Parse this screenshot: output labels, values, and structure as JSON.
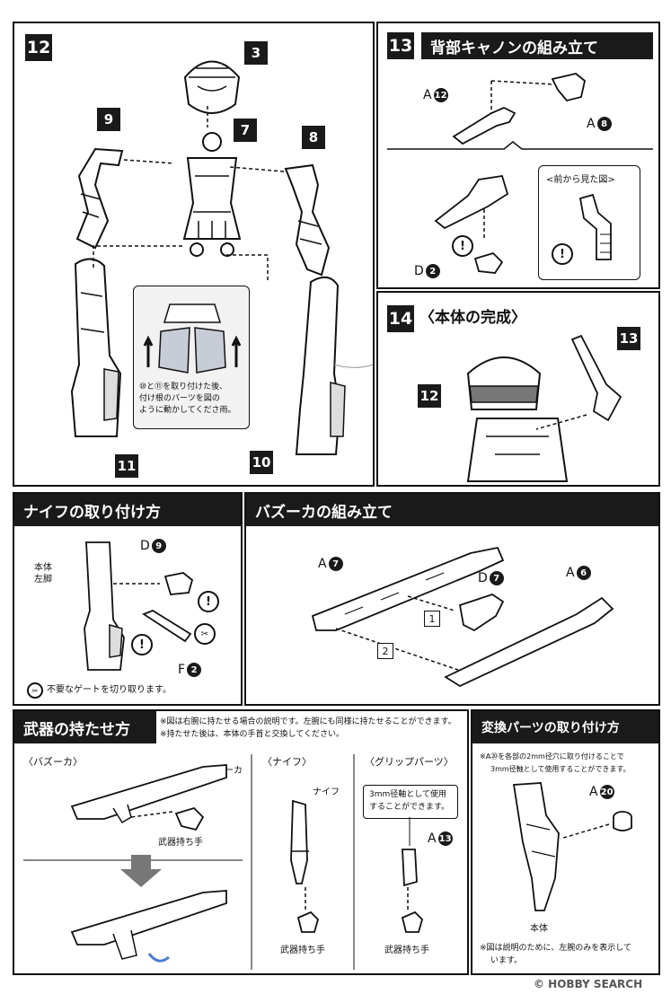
{
  "step12": {
    "number": "12",
    "parts": {
      "head": "3",
      "torso": "7",
      "right_arm": "9",
      "left_arm": "8",
      "right_leg": "11",
      "left_leg": "10"
    },
    "inset_note_lines": [
      "⑩と⑪を取り付けた後、",
      "付け根のパーツを図の",
      "ように動かしてくださ雨。"
    ]
  },
  "step13": {
    "number": "13",
    "title": "背部キャノンの組み立て",
    "ref_a12": {
      "letter": "A",
      "num": "12"
    },
    "ref_a8": {
      "letter": "A",
      "num": "8"
    },
    "ref_d2": {
      "letter": "D",
      "num": "2"
    },
    "front_view_label": "<前から見た図>"
  },
  "step14": {
    "number": "14",
    "title": "〈本体の完成〉",
    "tags": {
      "body": "12",
      "cannon": "13"
    }
  },
  "knife_section": {
    "title": "ナイフの取り付け方",
    "body_label_line1": "本体",
    "body_label_line2": "左脚",
    "ref_d9": {
      "letter": "D",
      "num": "9"
    },
    "ref_f2": {
      "letter": "F",
      "num": "2"
    },
    "gate_note": "不要なゲートを切り取ります。"
  },
  "bazooka_section": {
    "title": "バズーカの組み立て",
    "ref_a7": {
      "letter": "A",
      "num": "7"
    },
    "ref_d7": {
      "letter": "D",
      "num": "7"
    },
    "ref_a6": {
      "letter": "A",
      "num": "6"
    },
    "step1": "1",
    "step2": "2"
  },
  "weapon_hold_section": {
    "title": "武器の持たせ方",
    "note1": "※図は右腕に持たせる場合の説明です。左腕にも同様に持たせることができます。",
    "note2": "※持たせた後は、本体の手首と交換してください。",
    "bazooka_heading": "〈バズーカ〉",
    "bazooka_label": "バズーカ",
    "weapon_hand_label": "武器持ち手",
    "knife_heading": "〈ナイフ〉",
    "knife_label": "ナイフ",
    "knife_hand_label": "武器持ち手",
    "grip_heading": "〈グリップパーツ〉",
    "grip_note_line1": "3mm径軸として使用",
    "grip_note_line2": "することができます。",
    "grip_ref": {
      "letter": "A",
      "num": "13"
    },
    "grip_hand_label": "武器持ち手"
  },
  "conversion_section": {
    "title": "変換パーツの取り付け方",
    "note_line1": "※A⑳を各部の2mm径穴に取り付けることで",
    "note_line2": "3mm径軸として使用することができます。",
    "ref": {
      "letter": "A",
      "num": "20"
    },
    "body_label": "本体",
    "footnote_line1": "※図は説明のために、左腕のみを表示して",
    "footnote_line2": "います。"
  },
  "watermark": "© HOBBY SEARCH"
}
